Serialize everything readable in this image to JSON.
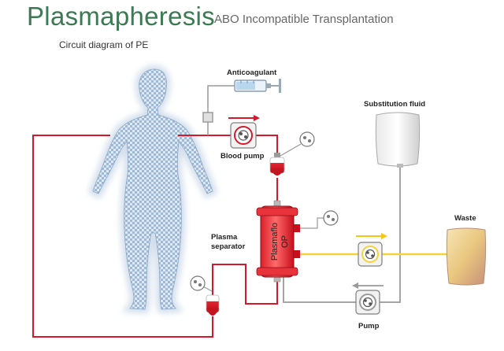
{
  "header": {
    "title": "Plasmapheresis",
    "subtitle": "ABO Incompatible Transplantation",
    "caption": "Circuit diagram of PE"
  },
  "labels": {
    "anticoagulant": "Anticoagulant",
    "blood_pump": "Blood pump",
    "substitution_fluid": "Substitution fluid",
    "waste": "Waste",
    "plasma_separator_line1": "Plasma",
    "plasma_separator_line2": "separator",
    "pump": "Pump",
    "filter_name": "Plasmaflo",
    "filter_model": "OP"
  },
  "colors": {
    "blood_line": "#d6192a",
    "plasma_line": "#f5d23a",
    "fluid_line": "#9a9a9a",
    "body_fill": "#b9cde2",
    "title": "#3b7a52"
  }
}
